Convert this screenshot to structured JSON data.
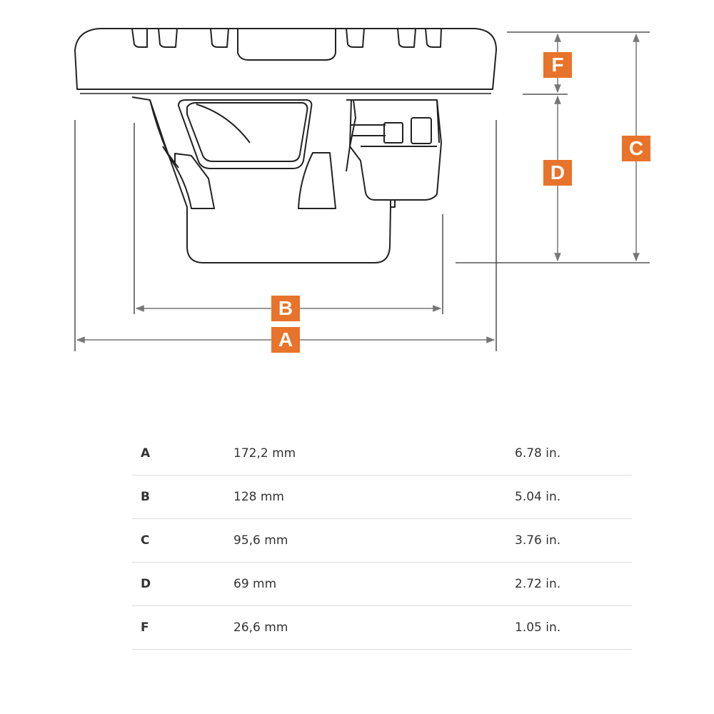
{
  "diagram": {
    "labels": [
      {
        "id": "A",
        "text": "A"
      },
      {
        "id": "B",
        "text": "B"
      },
      {
        "id": "C",
        "text": "C"
      },
      {
        "id": "D",
        "text": "D"
      },
      {
        "id": "F",
        "text": "F"
      }
    ],
    "accent_color": "#e8732a",
    "line_color": "#222222",
    "dimension_line_color": "#777777"
  },
  "specs": {
    "rows": [
      {
        "key": "A",
        "mm": "172,2 mm",
        "inch": "6.78 in."
      },
      {
        "key": "B",
        "mm": "128 mm",
        "inch": "5.04 in."
      },
      {
        "key": "C",
        "mm": "95,6 mm",
        "inch": "3.76 in."
      },
      {
        "key": "D",
        "mm": "69 mm",
        "inch": "2.72 in."
      },
      {
        "key": "F",
        "mm": "26,6 mm",
        "inch": "1.05 in."
      }
    ]
  }
}
